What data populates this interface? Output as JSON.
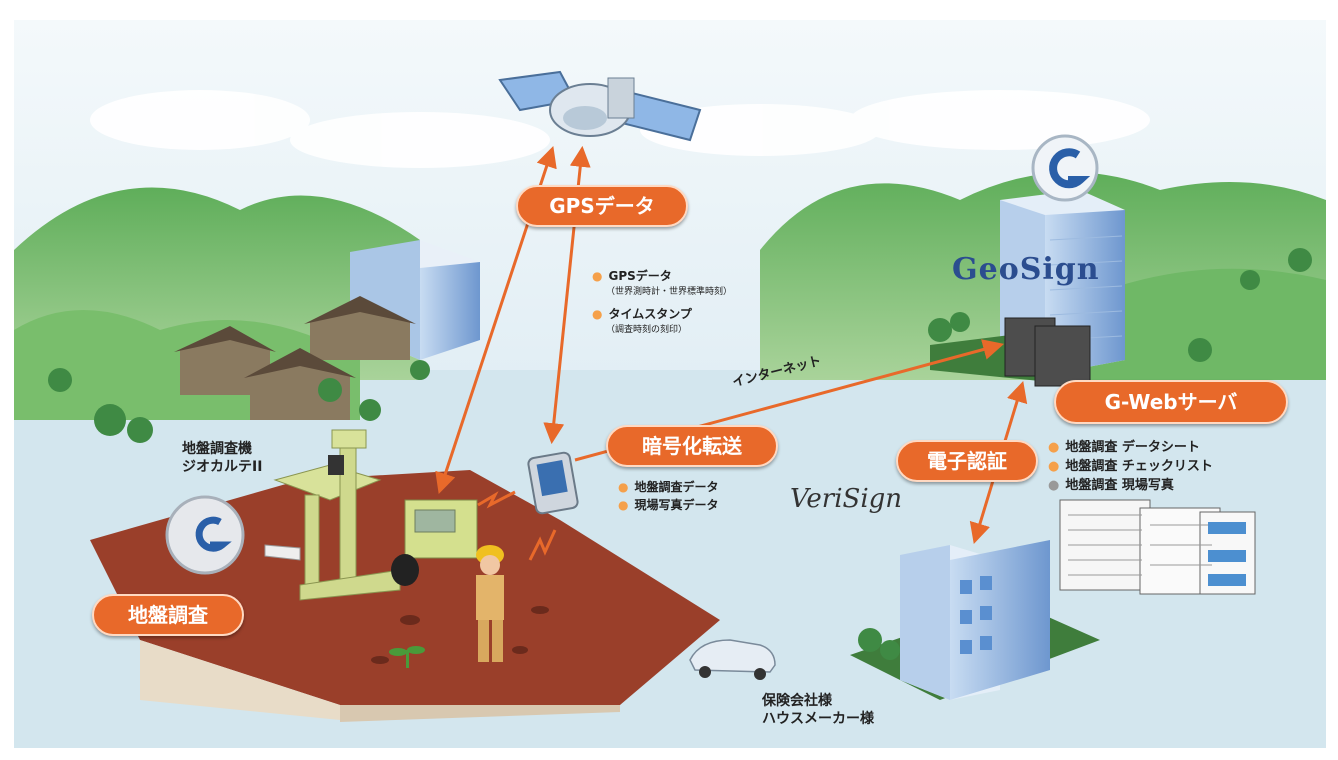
{
  "labels": {
    "gps_data": "GPSデータ",
    "encrypted_transfer": "暗号化転送",
    "g_web_server": "G-Webサーバ",
    "e_auth": "電子認証",
    "ground_survey": "地盤調査",
    "internet": "インターネット",
    "survey_machine_line1": "地盤調査機",
    "survey_machine_line2": "ジオカルテII",
    "insurance_line1": "保険会社様",
    "insurance_line2": "ハウスメーカー様",
    "geosign_logo": "GeoSign",
    "verisign_logo": "VeriSign"
  },
  "gps_info": {
    "item1": "GPSデータ",
    "item1_note": "（世界測時計・世界標準時刻）",
    "item2": "タイムスタンプ",
    "item2_note": "（調査時刻の刻印）"
  },
  "transfer_items": [
    "地盤調査データ",
    "現場写真データ"
  ],
  "server_docs": [
    "地盤調査 データシート",
    "地盤調査 チェックリスト",
    "地盤調査 現場写真"
  ],
  "colors": {
    "pill": "#e8692a",
    "arrow": "#e8692a",
    "sky": "#dcebf3",
    "ground": "#9a3f2a"
  }
}
